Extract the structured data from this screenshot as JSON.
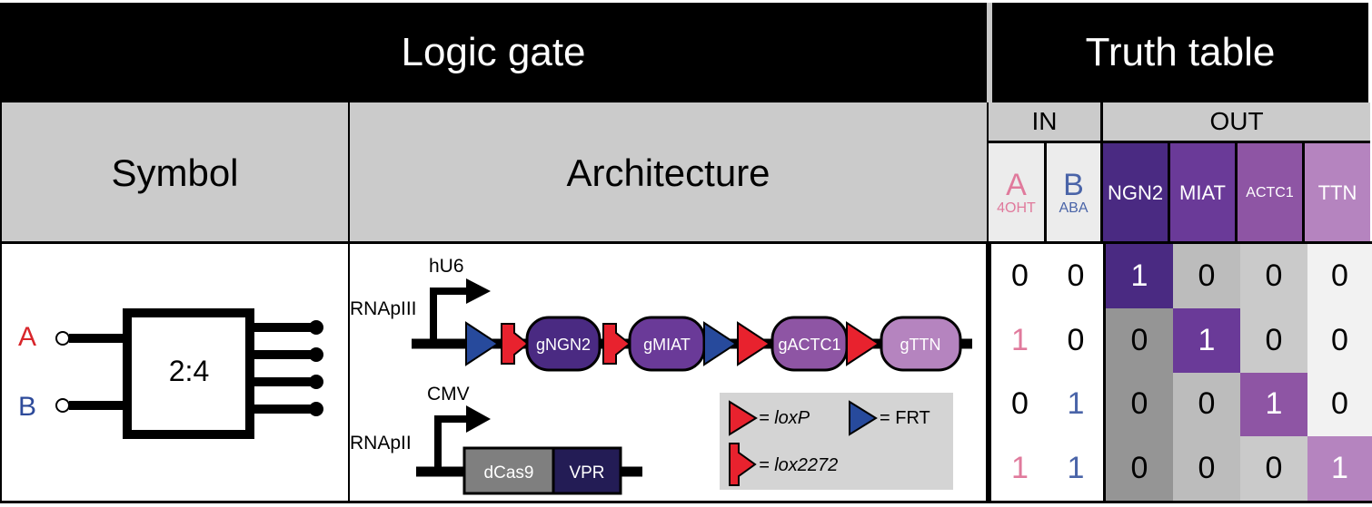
{
  "header": {
    "logic_gate": "Logic gate",
    "truth_table": "Truth table"
  },
  "subheaders": {
    "symbol": "Symbol",
    "architecture": "Architecture",
    "in": "IN",
    "out": "OUT"
  },
  "symbol": {
    "input_a": "A",
    "input_b": "B",
    "gate_label": "2:4",
    "colors": {
      "a": "#d8262b",
      "b": "#2d4a9a"
    }
  },
  "architecture": {
    "cassette1": {
      "promoter": "hU6",
      "polymerase": "RNApIII",
      "guides": [
        "gNGN2",
        "gMIAT",
        "gACTC1",
        "gTTN"
      ]
    },
    "cassette2": {
      "promoter": "CMV",
      "polymerase": "RNApII",
      "domains": [
        "dCas9",
        "VPR"
      ]
    },
    "legend": {
      "loxp": "= loxP",
      "frt": "= FRT",
      "lox2272": "= lox2272"
    },
    "colors": {
      "loxp": "#e8222e",
      "frt": "#274a9c",
      "gNGN2": "#4a2a82",
      "gMIAT": "#6a3a98",
      "gACTC1": "#8e55a4",
      "gTTN": "#b584bf",
      "dcas9": "#7f7f7f",
      "vpr": "#231c55"
    }
  },
  "truth_table": {
    "inputs": [
      {
        "name": "A",
        "inducer": "4OHT",
        "color": "#e07a9c"
      },
      {
        "name": "B",
        "inducer": "ABA",
        "color": "#4a64a8"
      }
    ],
    "outputs": [
      {
        "name": "NGN2",
        "color": "#4a2a82"
      },
      {
        "name": "MIAT",
        "color": "#6a3a98"
      },
      {
        "name": "ACTC1",
        "color": "#8e55a4"
      },
      {
        "name": "TTN",
        "color": "#b584bf"
      }
    ],
    "rows": [
      {
        "a": "0",
        "b": "0",
        "out": [
          "1",
          "0",
          "0",
          "0"
        ]
      },
      {
        "a": "1",
        "b": "0",
        "out": [
          "0",
          "1",
          "0",
          "0"
        ]
      },
      {
        "a": "0",
        "b": "1",
        "out": [
          "0",
          "0",
          "1",
          "0"
        ]
      },
      {
        "a": "1",
        "b": "1",
        "out": [
          "0",
          "0",
          "0",
          "1"
        ]
      }
    ]
  }
}
